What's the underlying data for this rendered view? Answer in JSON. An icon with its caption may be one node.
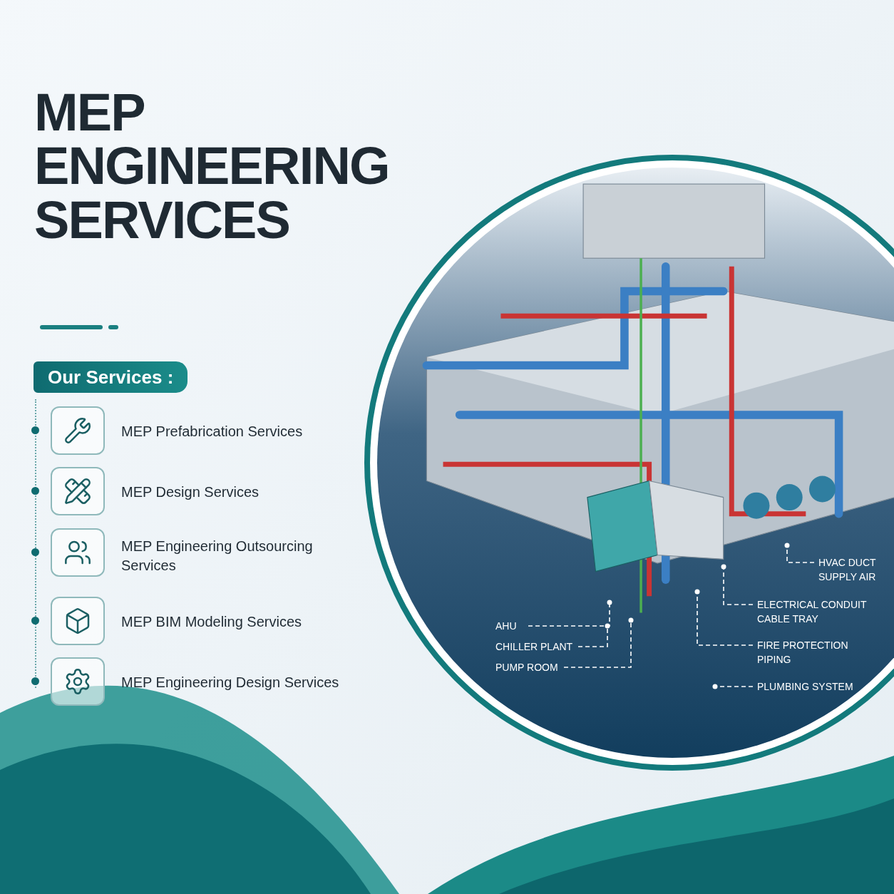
{
  "diagram": {
    "title": "MEP ENGINEERING SERVICES",
    "nodes": [
      {
        "text": [
          "AHU"
        ]
      },
      {
        "text": [
          "CHILLER PLANT"
        ]
      },
      {
        "text": [
          "PUMP ROOM"
        ]
      },
      {
        "text": [
          "HVAC DUCT SUPPLY AIR"
        ]
      },
      {
        "text": [
          "ELECTRICAL CONDUIT CABLE TRAY"
        ]
      },
      {
        "text": [
          "FIRE PROTECTION PIPING"
        ]
      },
      {
        "text": [
          "PLUMBING SYSTEM"
        ]
      }
    ],
    "edges": [
      {
        "from": 0,
        "to": null,
        "arrow": "other",
        "style": "dashed"
      },
      {
        "from": 1,
        "to": null,
        "arrow": "other",
        "style": "dashed"
      },
      {
        "from": 2,
        "to": null,
        "arrow": "other",
        "style": "dashed"
      },
      {
        "from": 3,
        "to": null,
        "arrow": "other",
        "style": "dashed"
      },
      {
        "from": 4,
        "to": null,
        "arrow": "other",
        "style": "dashed"
      },
      {
        "from": 5,
        "to": null,
        "arrow": "other",
        "style": "dashed"
      },
      {
        "from": 6,
        "to": null,
        "arrow": "other",
        "style": "dashed"
      }
    ],
    "labels": [
      "Our Services :",
      "MEP Prefabrication Services",
      "MEP Design Services",
      "MEP Engineering Outsourcing Services",
      "MEP BIM Modeling Services",
      "MEP Engineering Design Services"
    ]
  }
}
